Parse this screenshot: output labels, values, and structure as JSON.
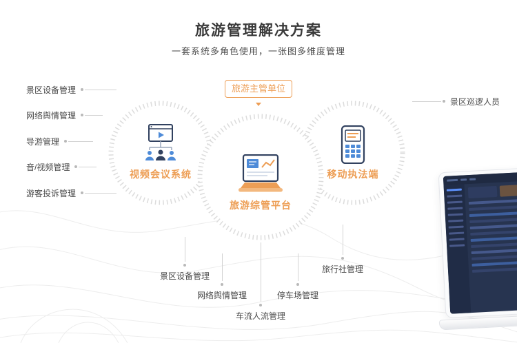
{
  "header": {
    "title": "旅游管理解决方案",
    "subtitle": "一套系统多角色使用，一张图多维度管理"
  },
  "top_badge": {
    "label": "旅游主管单位"
  },
  "circles": {
    "left": {
      "label": "视频会议系统",
      "icon": "video-conference-icon"
    },
    "center": {
      "label": "旅游综管平台",
      "icon": "laptop-chart-icon"
    },
    "right": {
      "label": "移动执法端",
      "icon": "mobile-terminal-icon"
    }
  },
  "left_labels": [
    "景区设备管理",
    "网络舆情管理",
    "导游管理",
    "音/视频管理",
    "游客投诉管理"
  ],
  "right_labels": [
    "景区巡逻人员"
  ],
  "bottom_labels": [
    "景区设备管理",
    "网络舆情管理",
    "车流人流管理",
    "停车场管理",
    "旅行社管理"
  ],
  "colors": {
    "accent_orange": "#ED9E55",
    "navy": "#31415F",
    "blue": "#4E8BD8",
    "ring_gray": "#DCDCDC",
    "text_dark": "#3A3A3A",
    "text_gray": "#4A4A4A",
    "dashboard_bg": "#273450"
  }
}
